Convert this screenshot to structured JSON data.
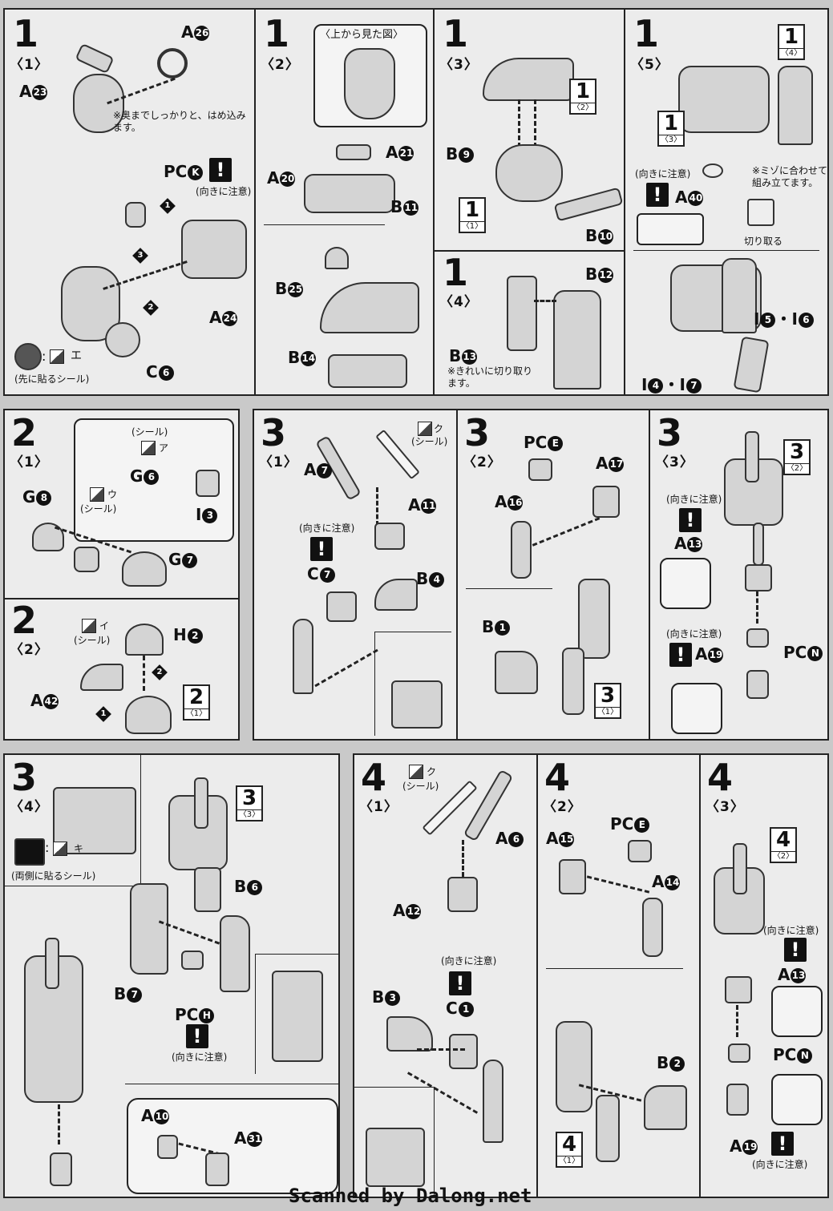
{
  "footer": "Scanned by Dalong.net",
  "sections": {
    "s1_1": {
      "step": "1",
      "sub": "〈1〉",
      "labels": {
        "a26": "A",
        "a23": "A",
        "pck": "PC",
        "a24": "A",
        "c6": "C"
      },
      "nums": {
        "a26": "26",
        "a23": "23",
        "pck": "K",
        "a24": "24",
        "c6": "6"
      },
      "note": "※奥までしっかりと、はめ込みます。",
      "caution": "(向きに注意)",
      "sticker": "(先に貼るシール)",
      "sticker_code": "エ"
    },
    "s1_2": {
      "step": "1",
      "sub": "〈2〉",
      "top_view": "〈上から見た図〉",
      "labels": {
        "a21": "A",
        "a20": "A",
        "b11": "B",
        "b25": "B",
        "b14": "B"
      },
      "nums": {
        "a21": "21",
        "a20": "20",
        "b11": "11",
        "b25": "25",
        "b14": "14"
      }
    },
    "s1_3": {
      "step": "1",
      "sub": "〈3〉",
      "labels": {
        "b9": "B",
        "b10": "B"
      },
      "nums": {
        "b9": "9",
        "b10": "10"
      },
      "refs": [
        {
          "a": "1",
          "b": "〈2〉"
        },
        {
          "a": "1",
          "b": "〈1〉"
        }
      ]
    },
    "s1_4": {
      "step": "1",
      "sub": "〈4〉",
      "labels": {
        "b12": "B",
        "b13": "B"
      },
      "nums": {
        "b12": "12",
        "b13": "13"
      },
      "note": "※きれいに切り取ります。"
    },
    "s1_5": {
      "step": "1",
      "sub": "〈5〉",
      "labels": {
        "a40": "A",
        "i5": "I",
        "i6": "I",
        "i4": "I",
        "i7": "I"
      },
      "nums": {
        "a40": "40",
        "i5": "5",
        "i6": "6",
        "i4": "4",
        "i7": "7"
      },
      "caution": "(向きに注意)",
      "note": "※ミゾに合わせて組み立てます。",
      "cut": "切り取る",
      "refs": [
        {
          "a": "1",
          "b": "〈4〉"
        },
        {
          "a": "1",
          "b": "〈3〉"
        }
      ],
      "sep": "・"
    },
    "s2_1": {
      "step": "2",
      "sub": "〈1〉",
      "labels": {
        "g8": "G",
        "g6": "G",
        "i3": "I",
        "g7": "G"
      },
      "nums": {
        "g8": "8",
        "g6": "6",
        "i3": "3",
        "g7": "7"
      },
      "seal": "(シール)",
      "seal_a": "ア",
      "seal_u": "ウ"
    },
    "s2_2": {
      "step": "2",
      "sub": "〈2〉",
      "labels": {
        "h2": "H",
        "a42": "A"
      },
      "nums": {
        "h2": "2",
        "a42": "42"
      },
      "seal": "(シール)",
      "seal_i": "イ",
      "refs": [
        {
          "a": "2",
          "b": "〈1〉"
        }
      ]
    },
    "s3_1": {
      "step": "3",
      "sub": "〈1〉",
      "labels": {
        "a7": "A",
        "a11": "A",
        "c7": "C",
        "b4": "B"
      },
      "nums": {
        "a7": "7",
        "a11": "11",
        "c7": "7",
        "b4": "4"
      },
      "seal": "(シール)",
      "seal_k": "ク",
      "caution": "(向きに注意)"
    },
    "s3_2": {
      "step": "3",
      "sub": "〈2〉",
      "labels": {
        "pce": "PC",
        "a17": "A",
        "a16": "A",
        "b1": "B"
      },
      "nums": {
        "pce": "E",
        "a17": "17",
        "a16": "16",
        "b1": "1"
      },
      "refs": [
        {
          "a": "3",
          "b": "〈1〉"
        }
      ]
    },
    "s3_3": {
      "step": "3",
      "sub": "〈3〉",
      "labels": {
        "a13": "A",
        "a19": "A",
        "pcn": "PC"
      },
      "nums": {
        "a13": "13",
        "a19": "19",
        "pcn": "N"
      },
      "caution": "(向きに注意)",
      "refs": [
        {
          "a": "3",
          "b": "〈2〉"
        }
      ]
    },
    "s3_4": {
      "step": "3",
      "sub": "〈4〉",
      "labels": {
        "b6": "B",
        "b7": "B",
        "pch": "PC",
        "a10": "A",
        "a31": "A"
      },
      "nums": {
        "b6": "6",
        "b7": "7",
        "pch": "H",
        "a10": "10",
        "a31": "31"
      },
      "sticker": "(両側に貼るシール)",
      "sticker_code": "キ",
      "caution": "(向きに注意)",
      "refs": [
        {
          "a": "3",
          "b": "〈3〉"
        }
      ]
    },
    "s4_1": {
      "step": "4",
      "sub": "〈1〉",
      "labels": {
        "a6": "A",
        "a12": "A",
        "b3": "B",
        "c1": "C"
      },
      "nums": {
        "a6": "6",
        "a12": "12",
        "b3": "3",
        "c1": "1"
      },
      "seal": "(シール)",
      "seal_k": "ク",
      "caution": "(向きに注意)"
    },
    "s4_2": {
      "step": "4",
      "sub": "〈2〉",
      "labels": {
        "pce": "PC",
        "a15": "A",
        "a14": "A",
        "b2": "B"
      },
      "nums": {
        "pce": "E",
        "a15": "15",
        "a14": "14",
        "b2": "2"
      },
      "refs": [
        {
          "a": "4",
          "b": "〈1〉"
        }
      ]
    },
    "s4_3": {
      "step": "4",
      "sub": "〈3〉",
      "labels": {
        "a13": "A",
        "pcn": "PC",
        "a19": "A"
      },
      "nums": {
        "a13": "13",
        "pcn": "N",
        "a19": "19"
      },
      "caution": "(向きに注意)",
      "refs": [
        {
          "a": "4",
          "b": "〈2〉"
        }
      ]
    }
  }
}
